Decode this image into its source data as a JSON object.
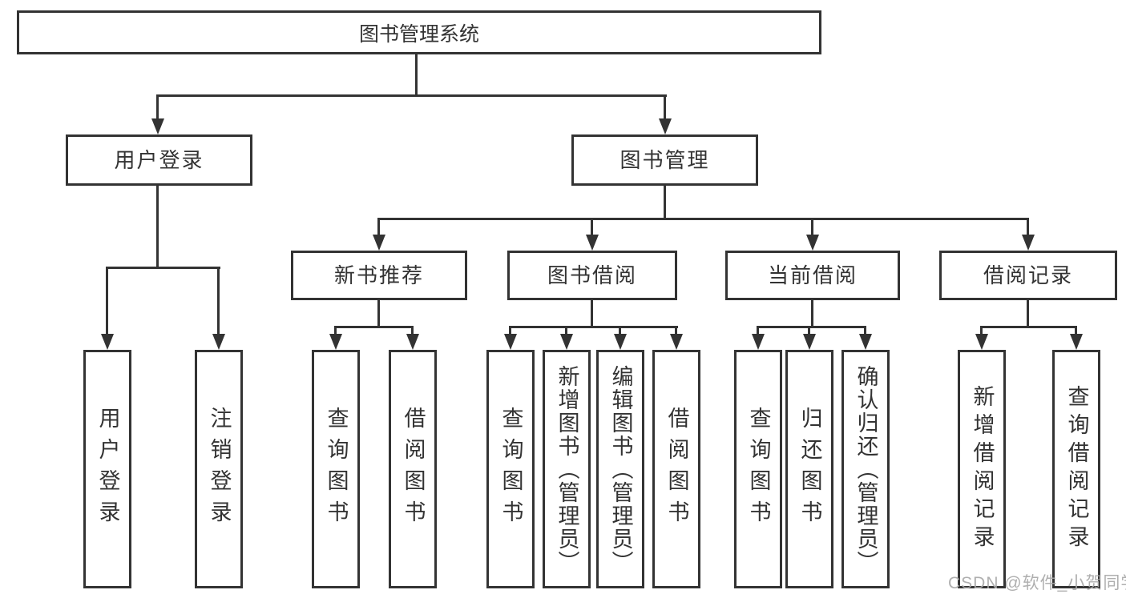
{
  "diagram": {
    "type": "hierarchy-tree",
    "line_color": "#333333",
    "text_color": "#333333",
    "background_color": "#ffffff",
    "watermark_color": "#a8a8a8"
  },
  "watermark": "CSDN @软件_小贺同学",
  "tree": {
    "root": "图书管理系统",
    "branches": [
      {
        "label": "用户登录",
        "children": [
          "用户登录",
          "注销登录"
        ]
      },
      {
        "label": "图书管理",
        "children": [
          {
            "label": "新书推荐",
            "children": [
              "查询图书",
              "借阅图书"
            ]
          },
          {
            "label": "图书借阅",
            "children": [
              "查询图书",
              "新增图书（管理员）",
              "编辑图书（管理员）",
              "借阅图书"
            ]
          },
          {
            "label": "当前借阅",
            "children": [
              "查询图书",
              "归还图书",
              "确认归还（管理员）"
            ]
          },
          {
            "label": "借阅记录",
            "children": [
              "新增借阅记录",
              "查询借阅记录"
            ]
          }
        ]
      }
    ]
  }
}
